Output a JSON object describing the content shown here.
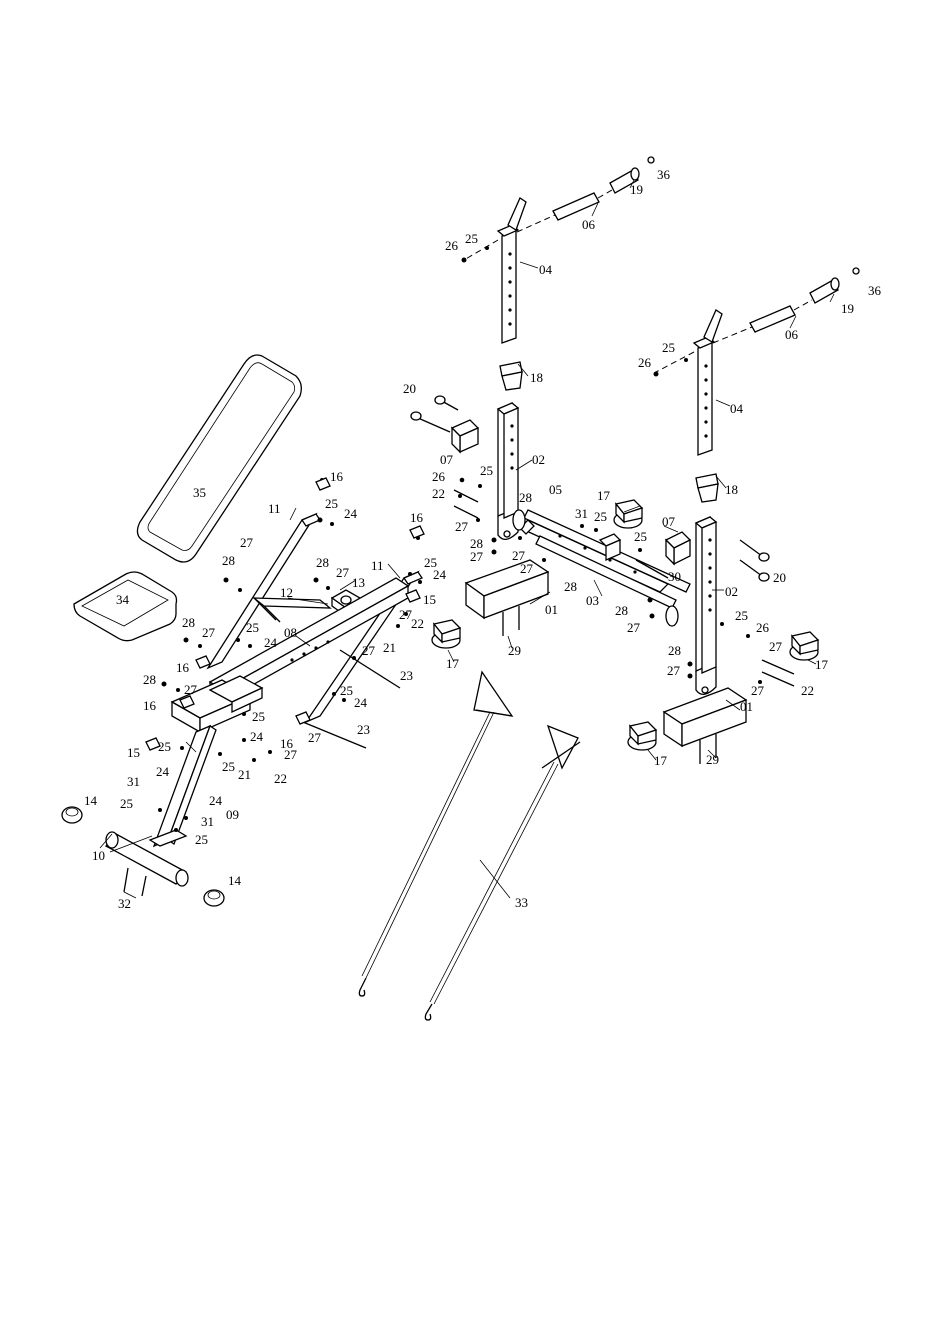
{
  "diagram": {
    "labels": {
      "l36a": "36",
      "l19a": "19",
      "l06a": "06",
      "l25a": "25",
      "l26a": "26",
      "l04a": "04",
      "l36b": "36",
      "l19b": "19",
      "l06b": "06",
      "l25b": "25",
      "l26b": "26",
      "l04b": "04",
      "l18a": "18",
      "l20a": "20",
      "l07a": "07",
      "l02a": "02",
      "l26c": "26",
      "l25c": "25",
      "l22a": "22",
      "l27a": "27",
      "l28a": "28",
      "l05": "05",
      "l28b": "28",
      "l27b": "27",
      "l28c": "28",
      "l01a": "01",
      "l03": "03",
      "l29a": "29",
      "l17a": "17",
      "l17b": "17",
      "l31a": "31",
      "l25d": "25",
      "l25e": "25",
      "l07b": "07",
      "l18b": "18",
      "l02b": "02",
      "l30": "30",
      "l20b": "20",
      "l28d": "28",
      "l27c": "27",
      "l25f": "25",
      "l26d": "26",
      "l27d": "27",
      "l17c": "17",
      "l28e": "28",
      "l27e": "27",
      "l27f": "27",
      "l22b": "22",
      "l01b": "01",
      "l17d": "17",
      "l29b": "29",
      "l35": "35",
      "l34": "34",
      "l11a": "11",
      "l16a": "16",
      "l25g": "25",
      "l24a": "24",
      "l16b": "16",
      "l28f": "28",
      "l27g": "27",
      "l12": "12",
      "l28g": "28",
      "l27h": "27",
      "l13": "13",
      "l11b": "11",
      "l25h": "25",
      "l24b": "24",
      "l15a": "15",
      "l27i": "27",
      "l22c": "22",
      "l21a": "21",
      "l28h": "28",
      "l27j": "27",
      "l25i": "25",
      "l24c": "24",
      "l08": "08",
      "l27k": "27",
      "l23a": "23",
      "l16c": "16",
      "l28i": "28",
      "l27l": "27",
      "l16d": "16",
      "l25j": "25",
      "l24d": "24",
      "l25k": "25",
      "l24e": "24",
      "l16e": "16",
      "l27m": "27",
      "l23b": "23",
      "l15b": "15",
      "l25l": "25",
      "l24f": "24",
      "l25m": "25",
      "l21b": "21",
      "l27n": "27",
      "l22d": "22",
      "l24g": "24",
      "l31b": "31",
      "l09": "09",
      "l25n": "25",
      "l31c": "31",
      "l25o": "25",
      "l14a": "14",
      "l10": "10",
      "l14b": "14",
      "l32": "32",
      "l33": "33"
    }
  }
}
